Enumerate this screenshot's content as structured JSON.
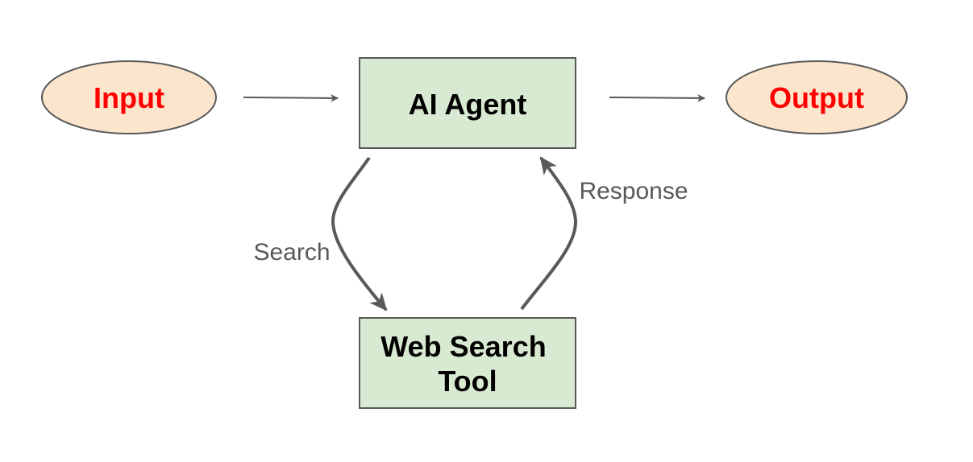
{
  "colors": {
    "ellipse_fill": "#fce5cd",
    "ellipse_stroke": "#595959",
    "ellipse_text": "#ff0000",
    "box_fill": "#d9ead3",
    "box_stroke": "#595959",
    "box_text": "#000000",
    "arrow": "#595959",
    "label_text": "#595959"
  },
  "nodes": {
    "input": {
      "label": "Input"
    },
    "agent": {
      "label": "AI Agent"
    },
    "output": {
      "label": "Output"
    },
    "tool": {
      "label_line1": "Web Search",
      "label_line2": "Tool"
    }
  },
  "edges": {
    "search": {
      "label": "Search"
    },
    "response": {
      "label": "Response"
    }
  }
}
